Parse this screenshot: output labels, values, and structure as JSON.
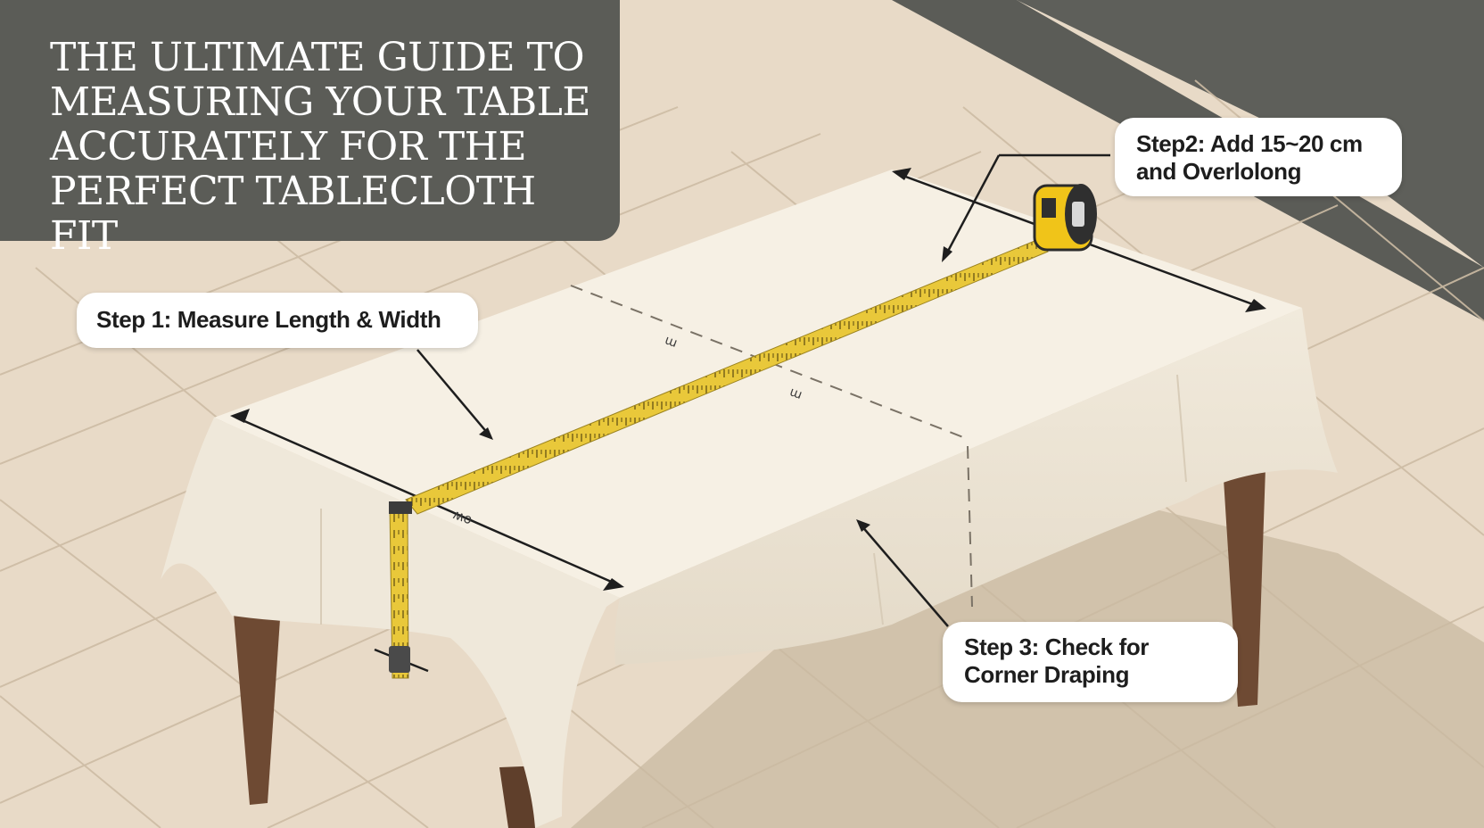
{
  "title": {
    "lines": [
      "THE ULTIMATE GUIDE TO",
      "MEASURING YOUR TABLE",
      "ACCURATELY FOR THE",
      "PERFECT TABLECLOTH FIT"
    ]
  },
  "callouts": {
    "step1": {
      "line1": "Step 1: Measure Length & Width"
    },
    "step2": {
      "line1": "Step2: Add 15~20 cm",
      "line2": "and Overlolong"
    },
    "step3": {
      "line1": "Step 3: Check for",
      "line2": "Corner Draping"
    }
  },
  "table_marks": {
    "far_label": "m",
    "center_label": "m",
    "near_label": "ow"
  },
  "colors": {
    "title_bg": "#5b5c57",
    "floor": "#e7d9c6",
    "tablecloth": "#f6f0e4",
    "table_legs": "#6e4a33",
    "tape": "#e9c83a",
    "tape_case": "#f0c419"
  }
}
